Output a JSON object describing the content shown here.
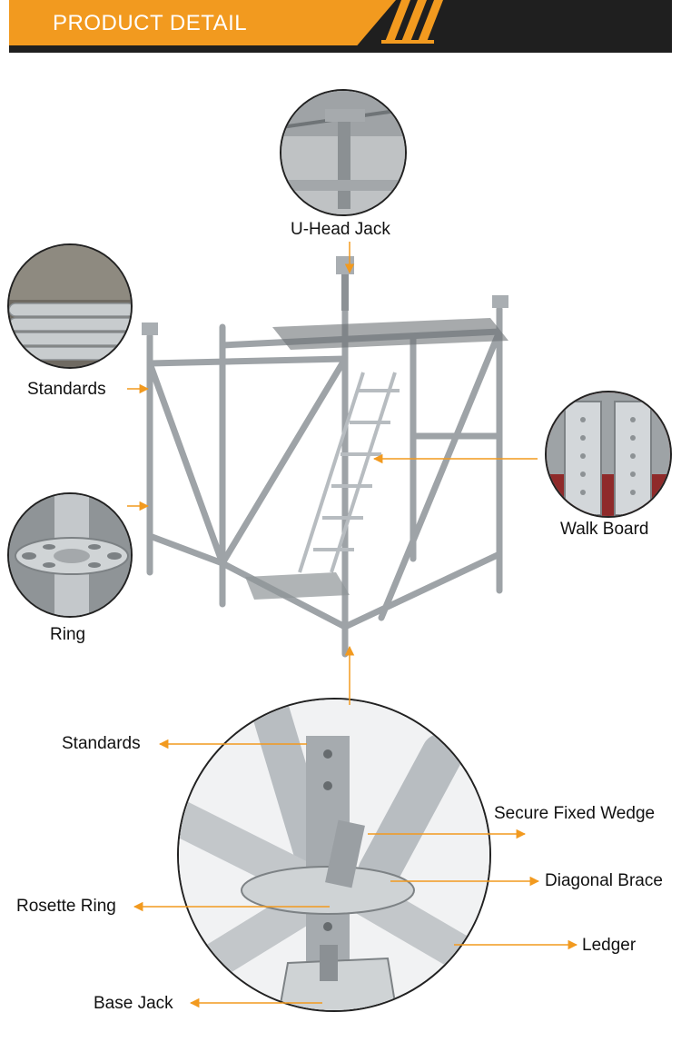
{
  "banner": {
    "title": "PRODUCT DETAIL"
  },
  "colors": {
    "accent": "#f29a1f",
    "dark": "#1f1f1f",
    "metal": "#b9bec3"
  },
  "callouts": {
    "u_head_jack": "U-Head Jack",
    "standards_top": "Standards",
    "walk_board": "Walk Board",
    "ring": "Ring"
  },
  "detail": {
    "standards": "Standards",
    "secure_fixed_wedge": "Secure Fixed Wedge",
    "diagonal_brace": "Diagonal Brace",
    "rosette_ring": "Rosette Ring",
    "ledger": "Ledger",
    "base_jack": "Base Jack"
  }
}
